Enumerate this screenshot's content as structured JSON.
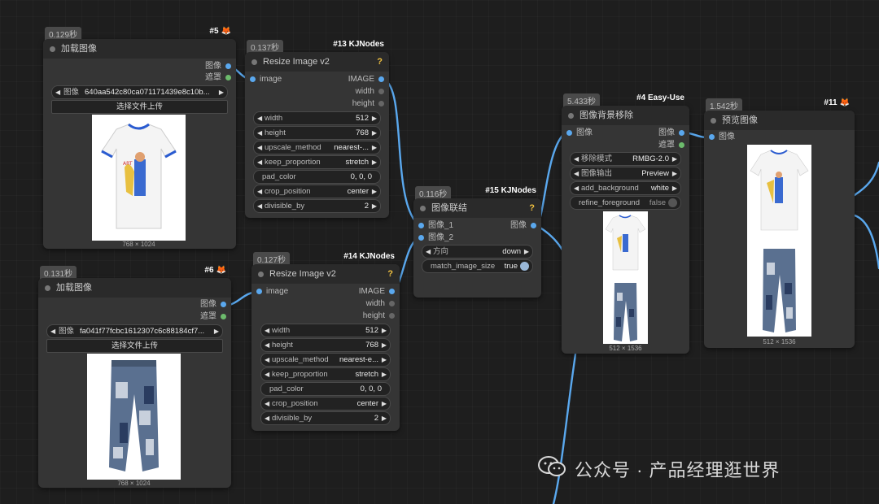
{
  "nodes": {
    "n5": {
      "time": "0.129秒",
      "tag": "#5",
      "title": "加载图像",
      "outputs": [
        "图像",
        "遮罩"
      ],
      "image_label": "图像",
      "image_value": "640aa542c80ca071171439e8c10b...",
      "upload_label": "选择文件上传",
      "dims": "768 × 1024"
    },
    "n6": {
      "time": "0.131秒",
      "tag": "#6",
      "title": "加载图像",
      "outputs": [
        "图像",
        "遮罩"
      ],
      "image_label": "图像",
      "image_value": "fa041f77fcbc1612307c6c88184cf7...",
      "upload_label": "选择文件上传",
      "dims": "768 × 1024"
    },
    "n13": {
      "time": "0.137秒",
      "tag": "#13 KJNodes",
      "title": "Resize Image v2",
      "help": "?",
      "input": "image",
      "outputs": [
        "IMAGE",
        "width",
        "height"
      ],
      "widgets": [
        {
          "label": "width",
          "value": "512"
        },
        {
          "label": "height",
          "value": "768"
        },
        {
          "label": "upscale_method",
          "value": "nearest-..."
        },
        {
          "label": "keep_proportion",
          "value": "stretch"
        },
        {
          "label": "pad_color",
          "value": "0, 0, 0"
        },
        {
          "label": "crop_position",
          "value": "center"
        },
        {
          "label": "divisible_by",
          "value": "2"
        }
      ]
    },
    "n14": {
      "time": "0.127秒",
      "tag": "#14 KJNodes",
      "title": "Resize Image v2",
      "help": "?",
      "input": "image",
      "outputs": [
        "IMAGE",
        "width",
        "height"
      ],
      "widgets": [
        {
          "label": "width",
          "value": "512"
        },
        {
          "label": "height",
          "value": "768"
        },
        {
          "label": "upscale_method",
          "value": "nearest-e..."
        },
        {
          "label": "keep_proportion",
          "value": "stretch"
        },
        {
          "label": "pad_color",
          "value": "0, 0, 0"
        },
        {
          "label": "crop_position",
          "value": "center"
        },
        {
          "label": "divisible_by",
          "value": "2"
        }
      ]
    },
    "n15": {
      "time": "0.116秒",
      "tag": "#15 KJNodes",
      "title": "图像联结",
      "help": "?",
      "inputs": [
        "图像_1",
        "图像_2"
      ],
      "output": "图像",
      "widgets": [
        {
          "label": "方向",
          "value": "down"
        },
        {
          "label": "match_image_size",
          "value": "true"
        }
      ]
    },
    "n4": {
      "time": "5.433秒",
      "tag": "#4 Easy-Use",
      "title": "图像背景移除",
      "input": "图像",
      "outputs": [
        "图像",
        "遮罩"
      ],
      "widgets": [
        {
          "label": "移除模式",
          "value": "RMBG-2.0"
        },
        {
          "label": "图像输出",
          "value": "Preview"
        },
        {
          "label": "add_background",
          "value": "white"
        },
        {
          "label": "refine_foreground",
          "value": "false"
        }
      ],
      "dims": "512 × 1536"
    },
    "n11": {
      "time": "1.542秒",
      "tag": "#11",
      "title": "预览图像",
      "input": "图像",
      "dims": "512 × 1536"
    }
  },
  "watermark": "公众号 · 产品经理逛世界",
  "colors": {
    "canvas": "#1e1e1e",
    "node": "#353535",
    "title_bar": "#2a2a2a",
    "wire": "#5aa8ee",
    "image_port": "#5aa8ee",
    "mask_port": "#6cbb6c",
    "help": "#f0c040"
  }
}
